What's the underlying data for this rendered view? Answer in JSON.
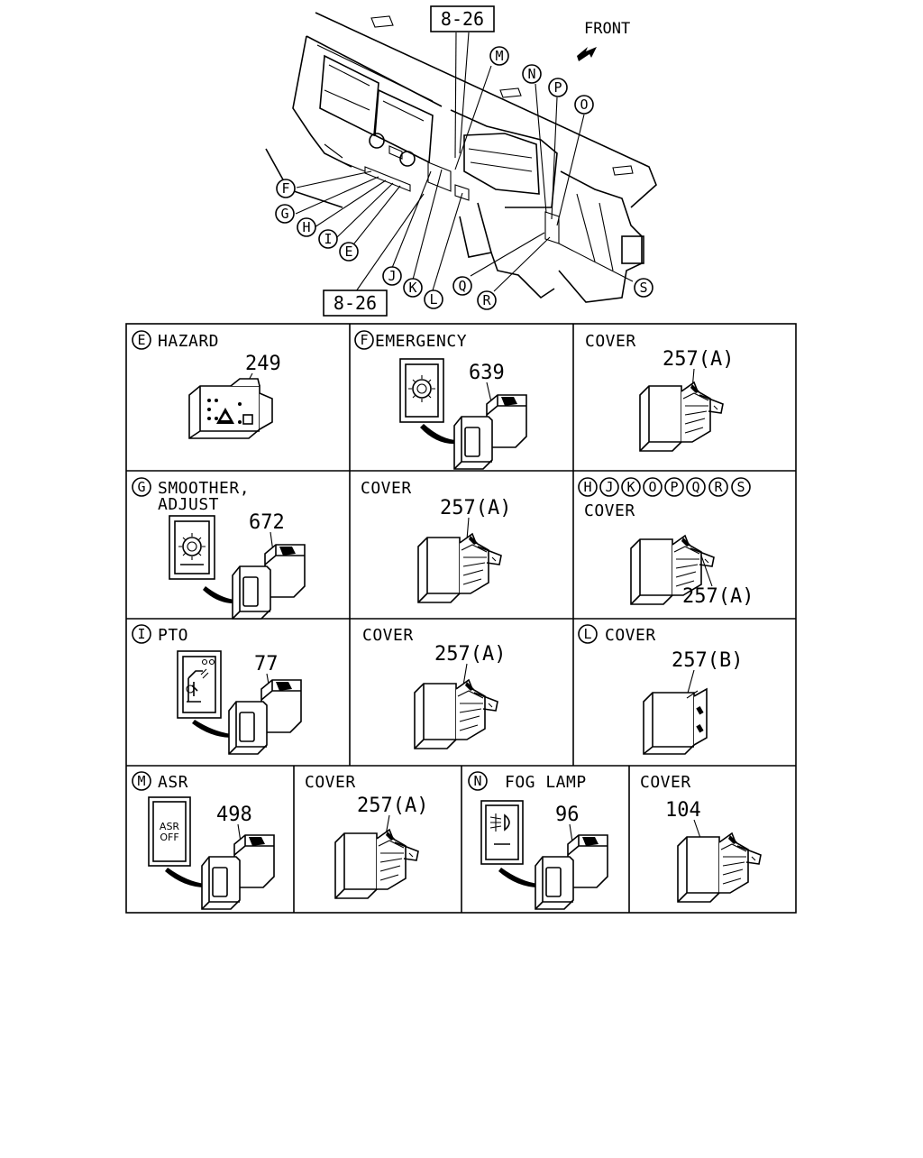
{
  "overview": {
    "ref_boxes": [
      "8-26",
      "8-26"
    ],
    "front_label": "FRONT",
    "callouts": [
      "F",
      "G",
      "H",
      "I",
      "E",
      "J",
      "K",
      "L",
      "M",
      "N",
      "P",
      "O",
      "Q",
      "R",
      "S"
    ]
  },
  "cells": {
    "e_hazard": {
      "letters": "E",
      "title": "HAZARD",
      "part": "249"
    },
    "f_emerg": {
      "letters": "F",
      "title": "EMERGENCY",
      "part": "639"
    },
    "f_cover": {
      "title": "COVER",
      "part": "257(A)"
    },
    "g_smoother": {
      "letters": "G",
      "title_line1": "SMOOTHER,",
      "title_line2": "ADJUST",
      "part": "672"
    },
    "g_cover": {
      "title": "COVER",
      "part": "257(A)"
    },
    "h_cover": {
      "letters": [
        "H",
        "J",
        "K",
        "O",
        "P",
        "Q",
        "R",
        "S"
      ],
      "title": "COVER",
      "part": "257(A)"
    },
    "i_pto": {
      "letters": "I",
      "title": "PTO",
      "part": "77"
    },
    "i_cover": {
      "title": "COVER",
      "part": "257(A)"
    },
    "l_cover": {
      "letters": "L",
      "title": "COVER",
      "part": "257(B)"
    },
    "m_asr": {
      "letters": "M",
      "title": "ASR",
      "part": "498",
      "icon_text1": "ASR",
      "icon_text2": "OFF"
    },
    "m_cover": {
      "title": "COVER",
      "part": "257(A)"
    },
    "n_fog": {
      "letters": "N",
      "title": "FOG LAMP",
      "part": "96"
    },
    "n_cover": {
      "title": "COVER",
      "part": "104"
    }
  }
}
